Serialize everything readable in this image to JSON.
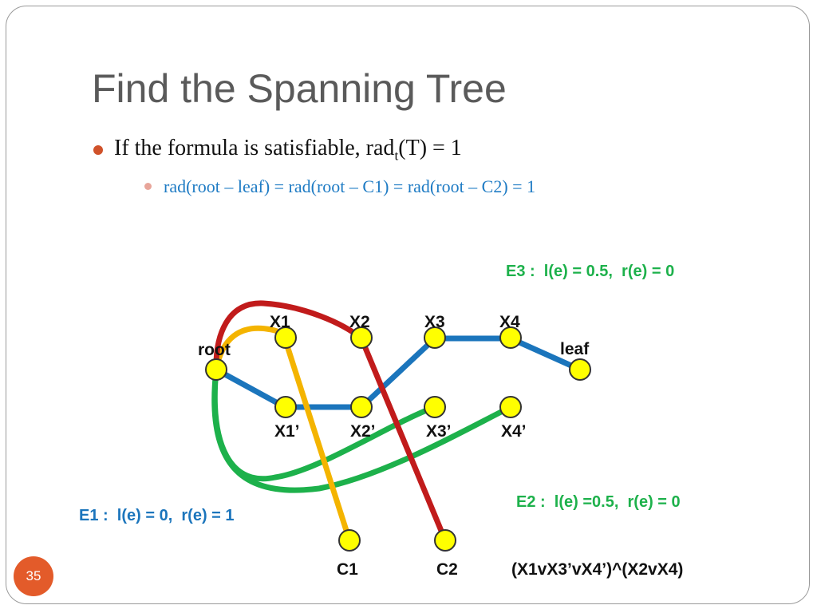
{
  "slide": {
    "title": "Find the Spanning Tree",
    "bullet1": {
      "prefix": "If the formula is satisfiable, rad",
      "sub": "t",
      "suffix": "(T) = 1"
    },
    "bullet2": "rad(root – leaf) = rad(root – C1) = rad(root – C2) = 1",
    "page_number": "35"
  },
  "diagram": {
    "nodes": {
      "root": "root",
      "x1": "X1",
      "x2": "X2",
      "x3": "X3",
      "x4": "X4",
      "leaf": "leaf",
      "x1p": "X1’",
      "x2p": "X2’",
      "x3p": "X3’",
      "x4p": "X4’",
      "c1": "C1",
      "c2": "C2"
    },
    "edges": {
      "e1": "E1 :  l(e) = 0,  r(e) = 1",
      "e2": "E2 :  l(e) =0.5,  r(e) = 0",
      "e3": "E3 :  l(e) = 0.5,  r(e) = 0"
    },
    "formula": "(X1vX3’vX4’)^(X2vX4)",
    "colors": {
      "blue": "#1b75bc",
      "green": "#1db14b",
      "red": "#c11b1b",
      "orange": "#f4b400",
      "node_fill": "#ffff00",
      "e1_text": "#1b75bc",
      "e2_text": "#1db14b",
      "e3_text": "#1db14b"
    }
  }
}
